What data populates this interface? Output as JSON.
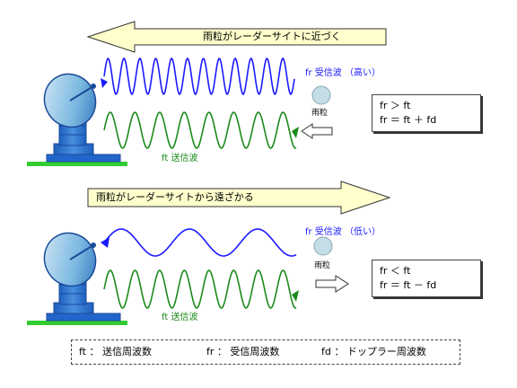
{
  "scenario_approach": {
    "banner": "雨粒がレーダーサイトに近づく",
    "received_label": "fr  受信波 （高い）",
    "transmitted_label": "ft  送信波",
    "raindrop_label": "雨粒",
    "equations": [
      "fr  ＞  ft",
      "fr  ＝  ft  ＋  fd"
    ]
  },
  "scenario_recede": {
    "banner": "雨粒がレーダーサイトから遠ざかる",
    "received_label": "fr  受信波 （低い）",
    "transmitted_label": "ft  送信波",
    "raindrop_label": "雨粒",
    "equations": [
      "fr  ＜  ft",
      "fr  ＝  ft  －  fd"
    ]
  },
  "legend": {
    "ft": "ft  ：  送信周波数",
    "fr": "fr  ：  受信周波数",
    "fd": "fd  ：  ドップラー周波数"
  },
  "colors": {
    "received_wave": "#1a1aff",
    "transmitted_wave": "#1a8a1a",
    "banner_fill": "#ffffcc",
    "raindrop_fill": "#c4dde6",
    "radar_body": "#2266cc",
    "ground": "#33cc33"
  }
}
